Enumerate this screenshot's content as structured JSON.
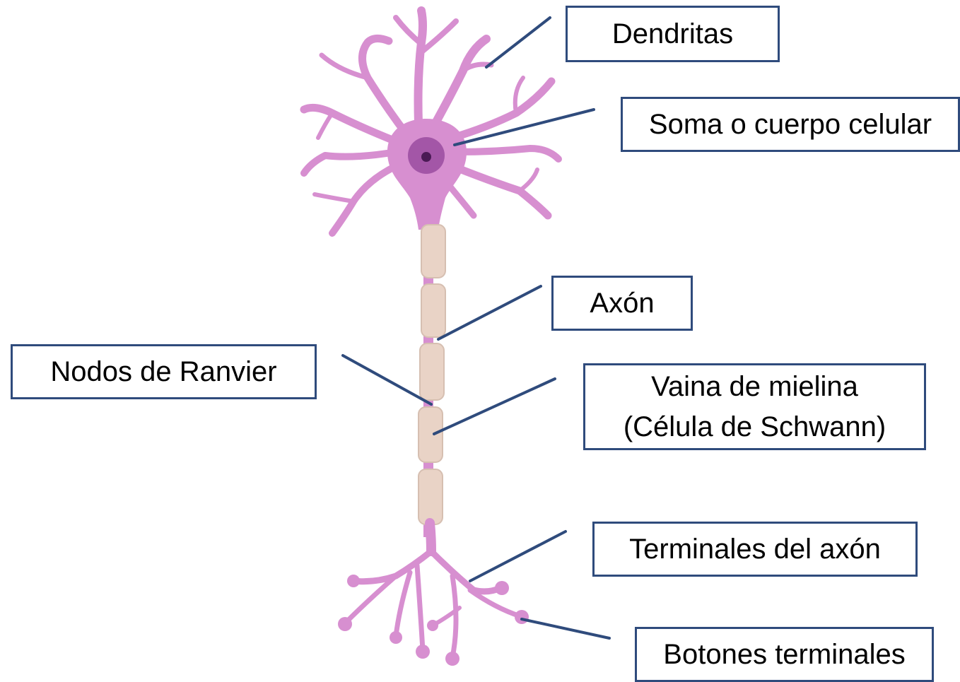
{
  "labels": {
    "dendritas": "Dendritas",
    "soma": "Soma o cuerpo celular",
    "axon": "Axón",
    "nodos": "Nodos de Ranvier",
    "vaina_line1": "Vaina de mielina",
    "vaina_line2": "(Célula de Schwann)",
    "terminales": "Terminales del axón",
    "botones": "Botones terminales"
  },
  "colors": {
    "neuron": "#d78fd0",
    "nucleus": "#9a4ca0",
    "nucleolus": "#4a1a55",
    "myelin": "#e9d3c6",
    "box_border": "#2f4b7c",
    "pointer_line": "#2f4b7c"
  }
}
